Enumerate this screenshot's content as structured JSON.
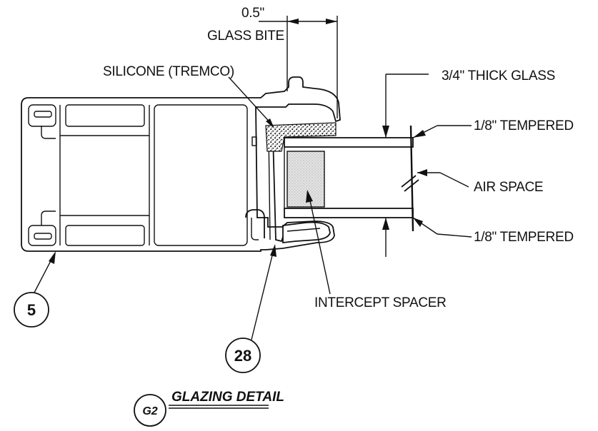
{
  "labels": {
    "glass_bite_value": "0.5\"",
    "glass_bite": "GLASS BITE",
    "silicone": "SILICONE (TREMCO)",
    "thick_glass": "3/4\" THICK GLASS",
    "tempered_top": "1/8\" TEMPERED",
    "air_space": "AIR SPACE",
    "tempered_bottom": "1/8\" TEMPERED",
    "intercept_spacer": "INTERCEPT SPACER"
  },
  "callouts": {
    "part_a": "5",
    "part_b": "28"
  },
  "detail": {
    "tag": "G2",
    "title": "GLAZING DETAIL"
  }
}
